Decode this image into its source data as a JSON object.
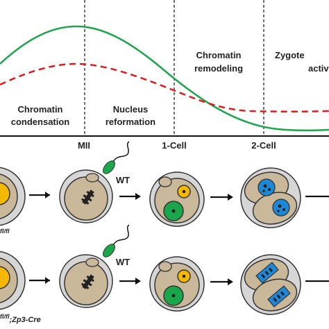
{
  "phases": [
    {
      "key": "condensation",
      "lines": [
        "Chromatin",
        "condensation"
      ]
    },
    {
      "key": "reformation",
      "lines": [
        "Nucleus",
        "reformation"
      ]
    },
    {
      "key": "remodeling",
      "lines": [
        "Chromatin",
        "remodeling"
      ]
    },
    {
      "key": "zygote",
      "lines": [
        "Zygote",
        "activ"
      ]
    }
  ],
  "stages": [
    "MII",
    "1-Cell",
    "2-Cell"
  ],
  "rows": [
    {
      "genotype": "fl/fl",
      "genotype_base": "",
      "genotype_suffix": "",
      "sperm_label": "WT"
    },
    {
      "genotype_base": "",
      "genotype_sup": "fl/fl",
      "genotype_suffix": ";Zp3-Cre",
      "sperm_label": "WT"
    }
  ],
  "colors": {
    "solid_curve": "#1aa64a",
    "dashed_curve": "#e0191b",
    "cytoplasm": "#c9b99a",
    "zona": "#d6d6d6",
    "female_pronucleus": "#f5b800",
    "male_pronucleus": "#1aa64a",
    "twocell_nucleus": "#1e88d8",
    "sperm_head": "#1aa64a",
    "chromatin": "#222222",
    "arrow": "#111111"
  },
  "icons": [
    "sperm-icon",
    "arrow-icon",
    "oocyte-icon",
    "zygote-icon",
    "two-cell-embryo-icon"
  ]
}
